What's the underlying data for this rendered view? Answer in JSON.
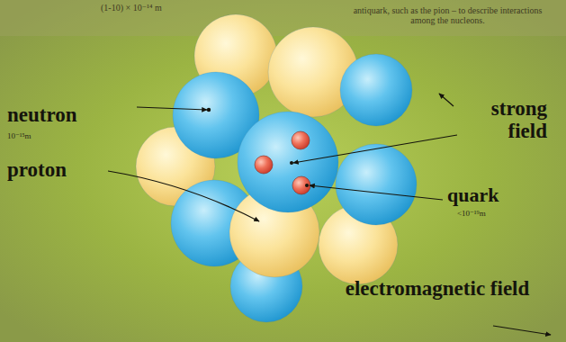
{
  "diagram": {
    "labels": [
      "(1-10) × 10⁻¹⁴ m",
      "antiquark, such as the pion – to describe interactions among the nucleons.",
      "neutron",
      "10⁻¹⁵m",
      "proton",
      "strong field",
      "quark",
      "<10⁻¹⁹m",
      "electromagnetic field"
    ]
  }
}
